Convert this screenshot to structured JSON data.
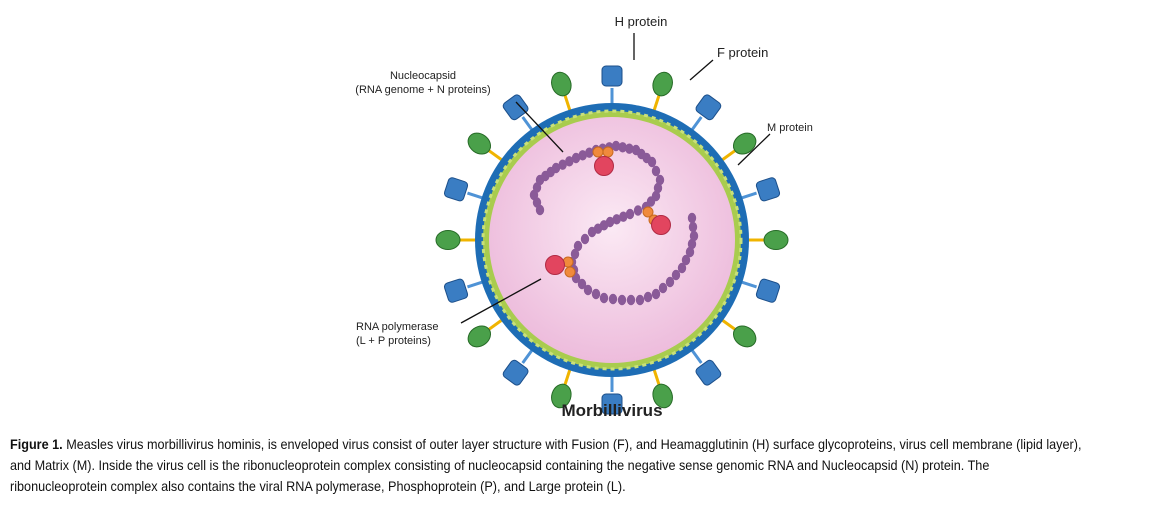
{
  "diagram": {
    "labels": {
      "h_protein": "H protein",
      "f_protein": "F protein",
      "m_protein": "M protein",
      "nucleocapsid_line1": "Nucleocapsid",
      "nucleocapsid_line2": "(RNA genome + N proteins)",
      "polymerase_line1": "RNA polymerase",
      "polymerase_line2": "(L + P proteins)",
      "title": "Morbillivirus"
    },
    "colors": {
      "envelope_outer": "#1e6db5",
      "matrix_layer": "#a9cc4e",
      "interior": "#f2c9e3",
      "nucleocapsid": "#8a5a98",
      "polymerase_l": "#e2455f",
      "polymerase_p": "#f08a3c",
      "h_protein": "#3a7dc3",
      "f_protein": "#4aa04a",
      "stalk": "#f0b400"
    }
  },
  "caption": {
    "figure_label": "Figure 1.",
    "text": " Measles virus morbillivirus hominis, is enveloped virus consist of outer layer structure with Fusion (F), and Heamagglutinin (H) surface glycoproteins, virus cell membrane (lipid layer), and Matrix (M). Inside the virus cell is the ribonucleoprotein complex consisting of nucleocapsid containing the negative sense genomic RNA and Nucleocapsid (N) protein. The ribonucleoprotein complex also contains the viral RNA polymerase, Phosphoprotein (P), and Large protein (L)."
  }
}
